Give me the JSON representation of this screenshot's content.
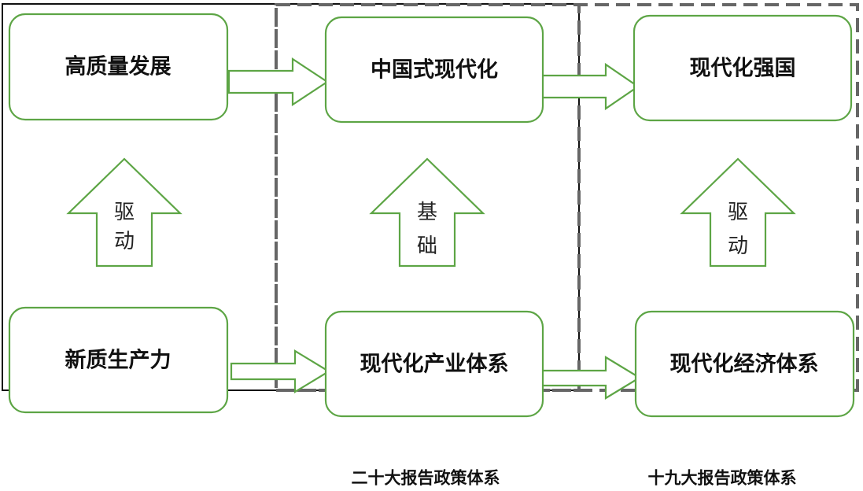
{
  "nodes": {
    "high_quality_development": "高质量发展",
    "chinese_modernization": "中国式现代化",
    "modern_power": "现代化强国",
    "new_productivity": "新质生产力",
    "modern_industrial_system": "现代化产业体系",
    "modern_economic_system": "现代化经济体系"
  },
  "up_arrows": {
    "left": {
      "line1": "驱",
      "line2": "动"
    },
    "middle": {
      "line1": "基",
      "line2": "础"
    },
    "right": {
      "line1": "驱",
      "line2": "动"
    }
  },
  "captions": {
    "twentieth_congress": "二十大报告政策体系",
    "nineteenth_congress": "十九大报告政策体系"
  },
  "colors": {
    "node_border": "#5da545",
    "dashed_frame": "#666666",
    "solid_frame": "#111111"
  }
}
